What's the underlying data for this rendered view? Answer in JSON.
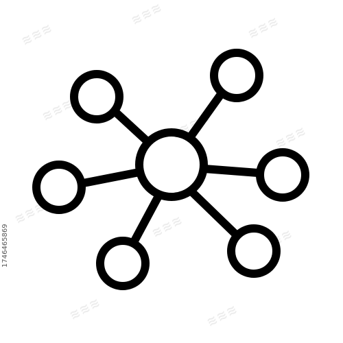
{
  "icon": {
    "name": "network-hub-icon",
    "stroke_color": "#000000",
    "fill_color": "#ffffff",
    "nodes": [
      {
        "name": "node-top-left"
      },
      {
        "name": "node-top-right"
      },
      {
        "name": "node-right"
      },
      {
        "name": "node-bottom-right"
      },
      {
        "name": "node-bottom-left"
      },
      {
        "name": "node-left"
      }
    ]
  },
  "watermark": {
    "side_id": "1746465869"
  }
}
